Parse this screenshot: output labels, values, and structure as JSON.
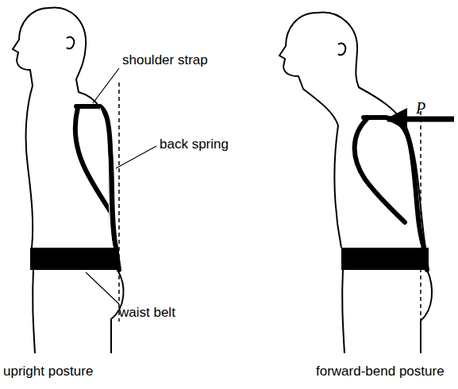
{
  "diagram": {
    "labels": [
      "shoulder strap",
      "back spring",
      "waist belt",
      "P",
      "upright posture",
      "forward-bend posture"
    ]
  }
}
